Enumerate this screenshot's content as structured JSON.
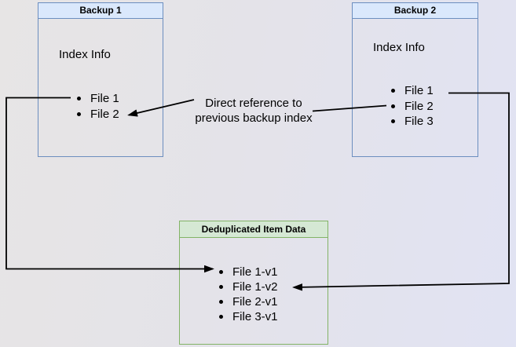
{
  "backup1": {
    "title": "Backup 1",
    "section_label": "Index Info",
    "files": [
      "File 1",
      "File 2"
    ]
  },
  "backup2": {
    "title": "Backup 2",
    "section_label": "Index Info",
    "files": [
      "File 1",
      "File 2",
      "File 3"
    ]
  },
  "dedup": {
    "title": "Deduplicated Item Data",
    "files": [
      "File 1-v1",
      "File 1-v2",
      "File 2-v1",
      "File 3-v1"
    ]
  },
  "annotation": {
    "line1": "Direct reference to",
    "line2": "previous backup index"
  },
  "colors": {
    "blue_box_fill": "#DAE8FC",
    "blue_box_border": "#6C8EBF",
    "green_box_fill": "#D5E8D4",
    "green_box_border": "#82B366",
    "arrow": "#000000",
    "text": "#000000",
    "background_left": "#E7E5E5",
    "background_right": "#E1E3F3"
  }
}
